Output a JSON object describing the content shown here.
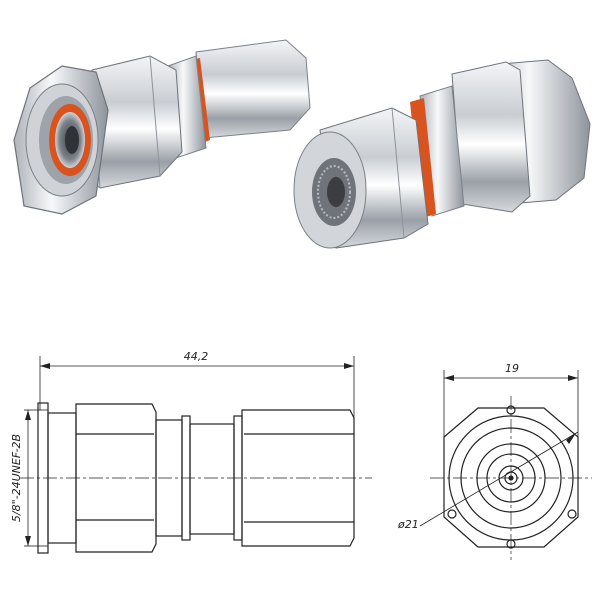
{
  "photo": {
    "connector_left": "connector-n-face-view",
    "connector_right": "connector-cable-entry-view",
    "body_color": "#c9cdd2",
    "gasket_color": "#d9531e"
  },
  "side_view": {
    "length_label": "44,2",
    "thread_label": "5/8\"-24UNEF-2B"
  },
  "end_view": {
    "width_label": "19",
    "diameter_label": "ø21"
  }
}
